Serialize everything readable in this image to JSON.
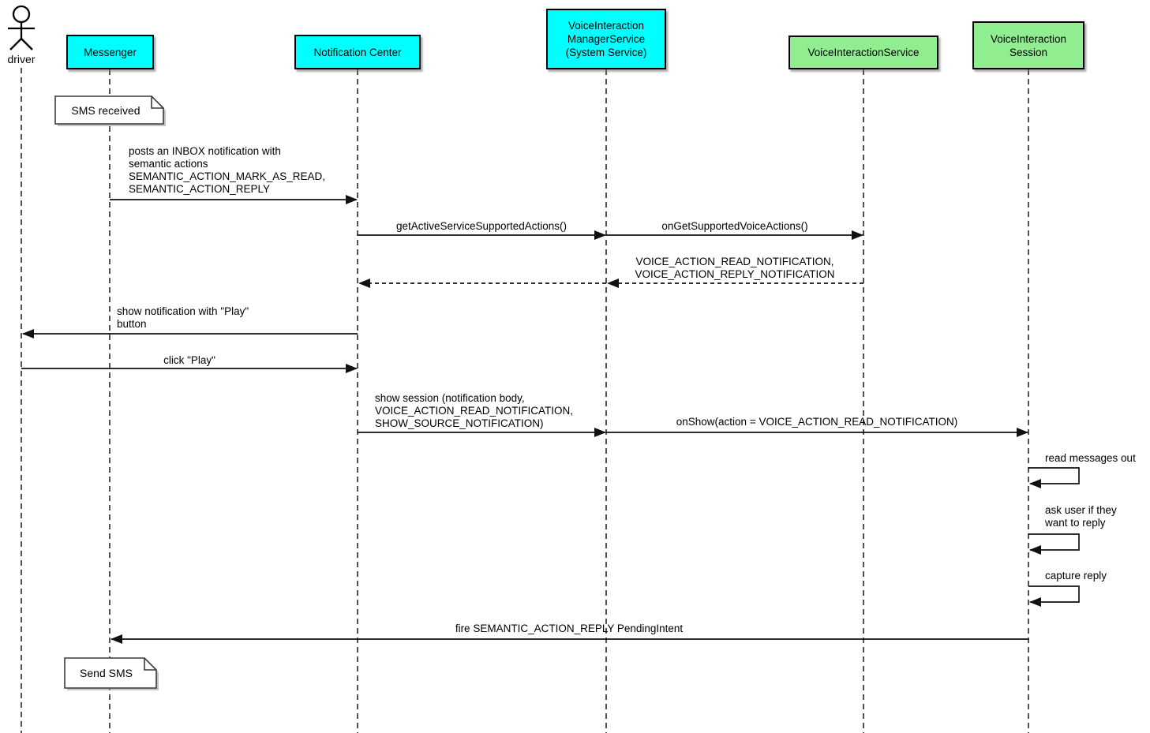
{
  "diagram_type": "uml-sequence-diagram",
  "colors": {
    "app_participant_fill": "#00FFFF",
    "service_participant_fill": "#90EE90",
    "note_fill": "#FFFFFF",
    "line": "#111111"
  },
  "actor": {
    "id": "driver",
    "label": "driver"
  },
  "participants": [
    {
      "id": "messenger",
      "label": "Messenger",
      "fill": "#00FFFF"
    },
    {
      "id": "notification-center",
      "label": "Notification Center",
      "fill": "#00FFFF"
    },
    {
      "id": "voice-interaction-manager-service",
      "label": "VoiceInteraction\nManagerService\n(System Service)",
      "fill": "#00FFFF"
    },
    {
      "id": "voice-interaction-service",
      "label": "VoiceInteractionService",
      "fill": "#90EE90"
    },
    {
      "id": "voice-interaction-session",
      "label": "VoiceInteraction\nSession",
      "fill": "#90EE90"
    }
  ],
  "notes": [
    {
      "id": "sms-received",
      "text": "SMS received",
      "attached_to": "Messenger"
    },
    {
      "id": "send-sms",
      "text": "Send SMS",
      "attached_to": "Messenger"
    }
  ],
  "messages": [
    {
      "from": "Messenger",
      "to": "Notification Center",
      "style": "solid",
      "label": "posts an INBOX notification with\nsemantic actions\nSEMANTIC_ACTION_MARK_AS_READ,\nSEMANTIC_ACTION_REPLY"
    },
    {
      "from": "Notification Center",
      "to": "VoiceInteractionManagerService",
      "style": "solid",
      "label": "getActiveServiceSupportedActions()"
    },
    {
      "from": "VoiceInteractionManagerService",
      "to": "VoiceInteractionService",
      "style": "solid",
      "label": "onGetSupportedVoiceActions()"
    },
    {
      "from": "VoiceInteractionService",
      "to": "Notification Center",
      "style": "dashed-return",
      "label": "VOICE_ACTION_READ_NOTIFICATION,\nVOICE_ACTION_REPLY_NOTIFICATION"
    },
    {
      "from": "Notification Center",
      "to": "driver",
      "style": "solid",
      "label": "show notification with \"Play\"\nbutton"
    },
    {
      "from": "driver",
      "to": "Notification Center",
      "style": "solid",
      "label": "click \"Play\""
    },
    {
      "from": "Notification Center",
      "to": "VoiceInteractionManagerService",
      "style": "solid",
      "label": "show session (notification body,\nVOICE_ACTION_READ_NOTIFICATION,\nSHOW_SOURCE_NOTIFICATION)"
    },
    {
      "from": "VoiceInteractionManagerService",
      "to": "VoiceInteractionSession",
      "style": "solid",
      "label": "onShow(action = VOICE_ACTION_READ_NOTIFICATION)"
    },
    {
      "from": "VoiceInteractionSession",
      "to": "VoiceInteractionSession",
      "style": "self",
      "label": "read messages out"
    },
    {
      "from": "VoiceInteractionSession",
      "to": "VoiceInteractionSession",
      "style": "self",
      "label": "ask user if they\nwant to reply"
    },
    {
      "from": "VoiceInteractionSession",
      "to": "VoiceInteractionSession",
      "style": "self",
      "label": "capture reply"
    },
    {
      "from": "VoiceInteractionSession",
      "to": "Messenger",
      "style": "solid",
      "label": "fire SEMANTIC_ACTION_REPLY PendingIntent"
    }
  ]
}
